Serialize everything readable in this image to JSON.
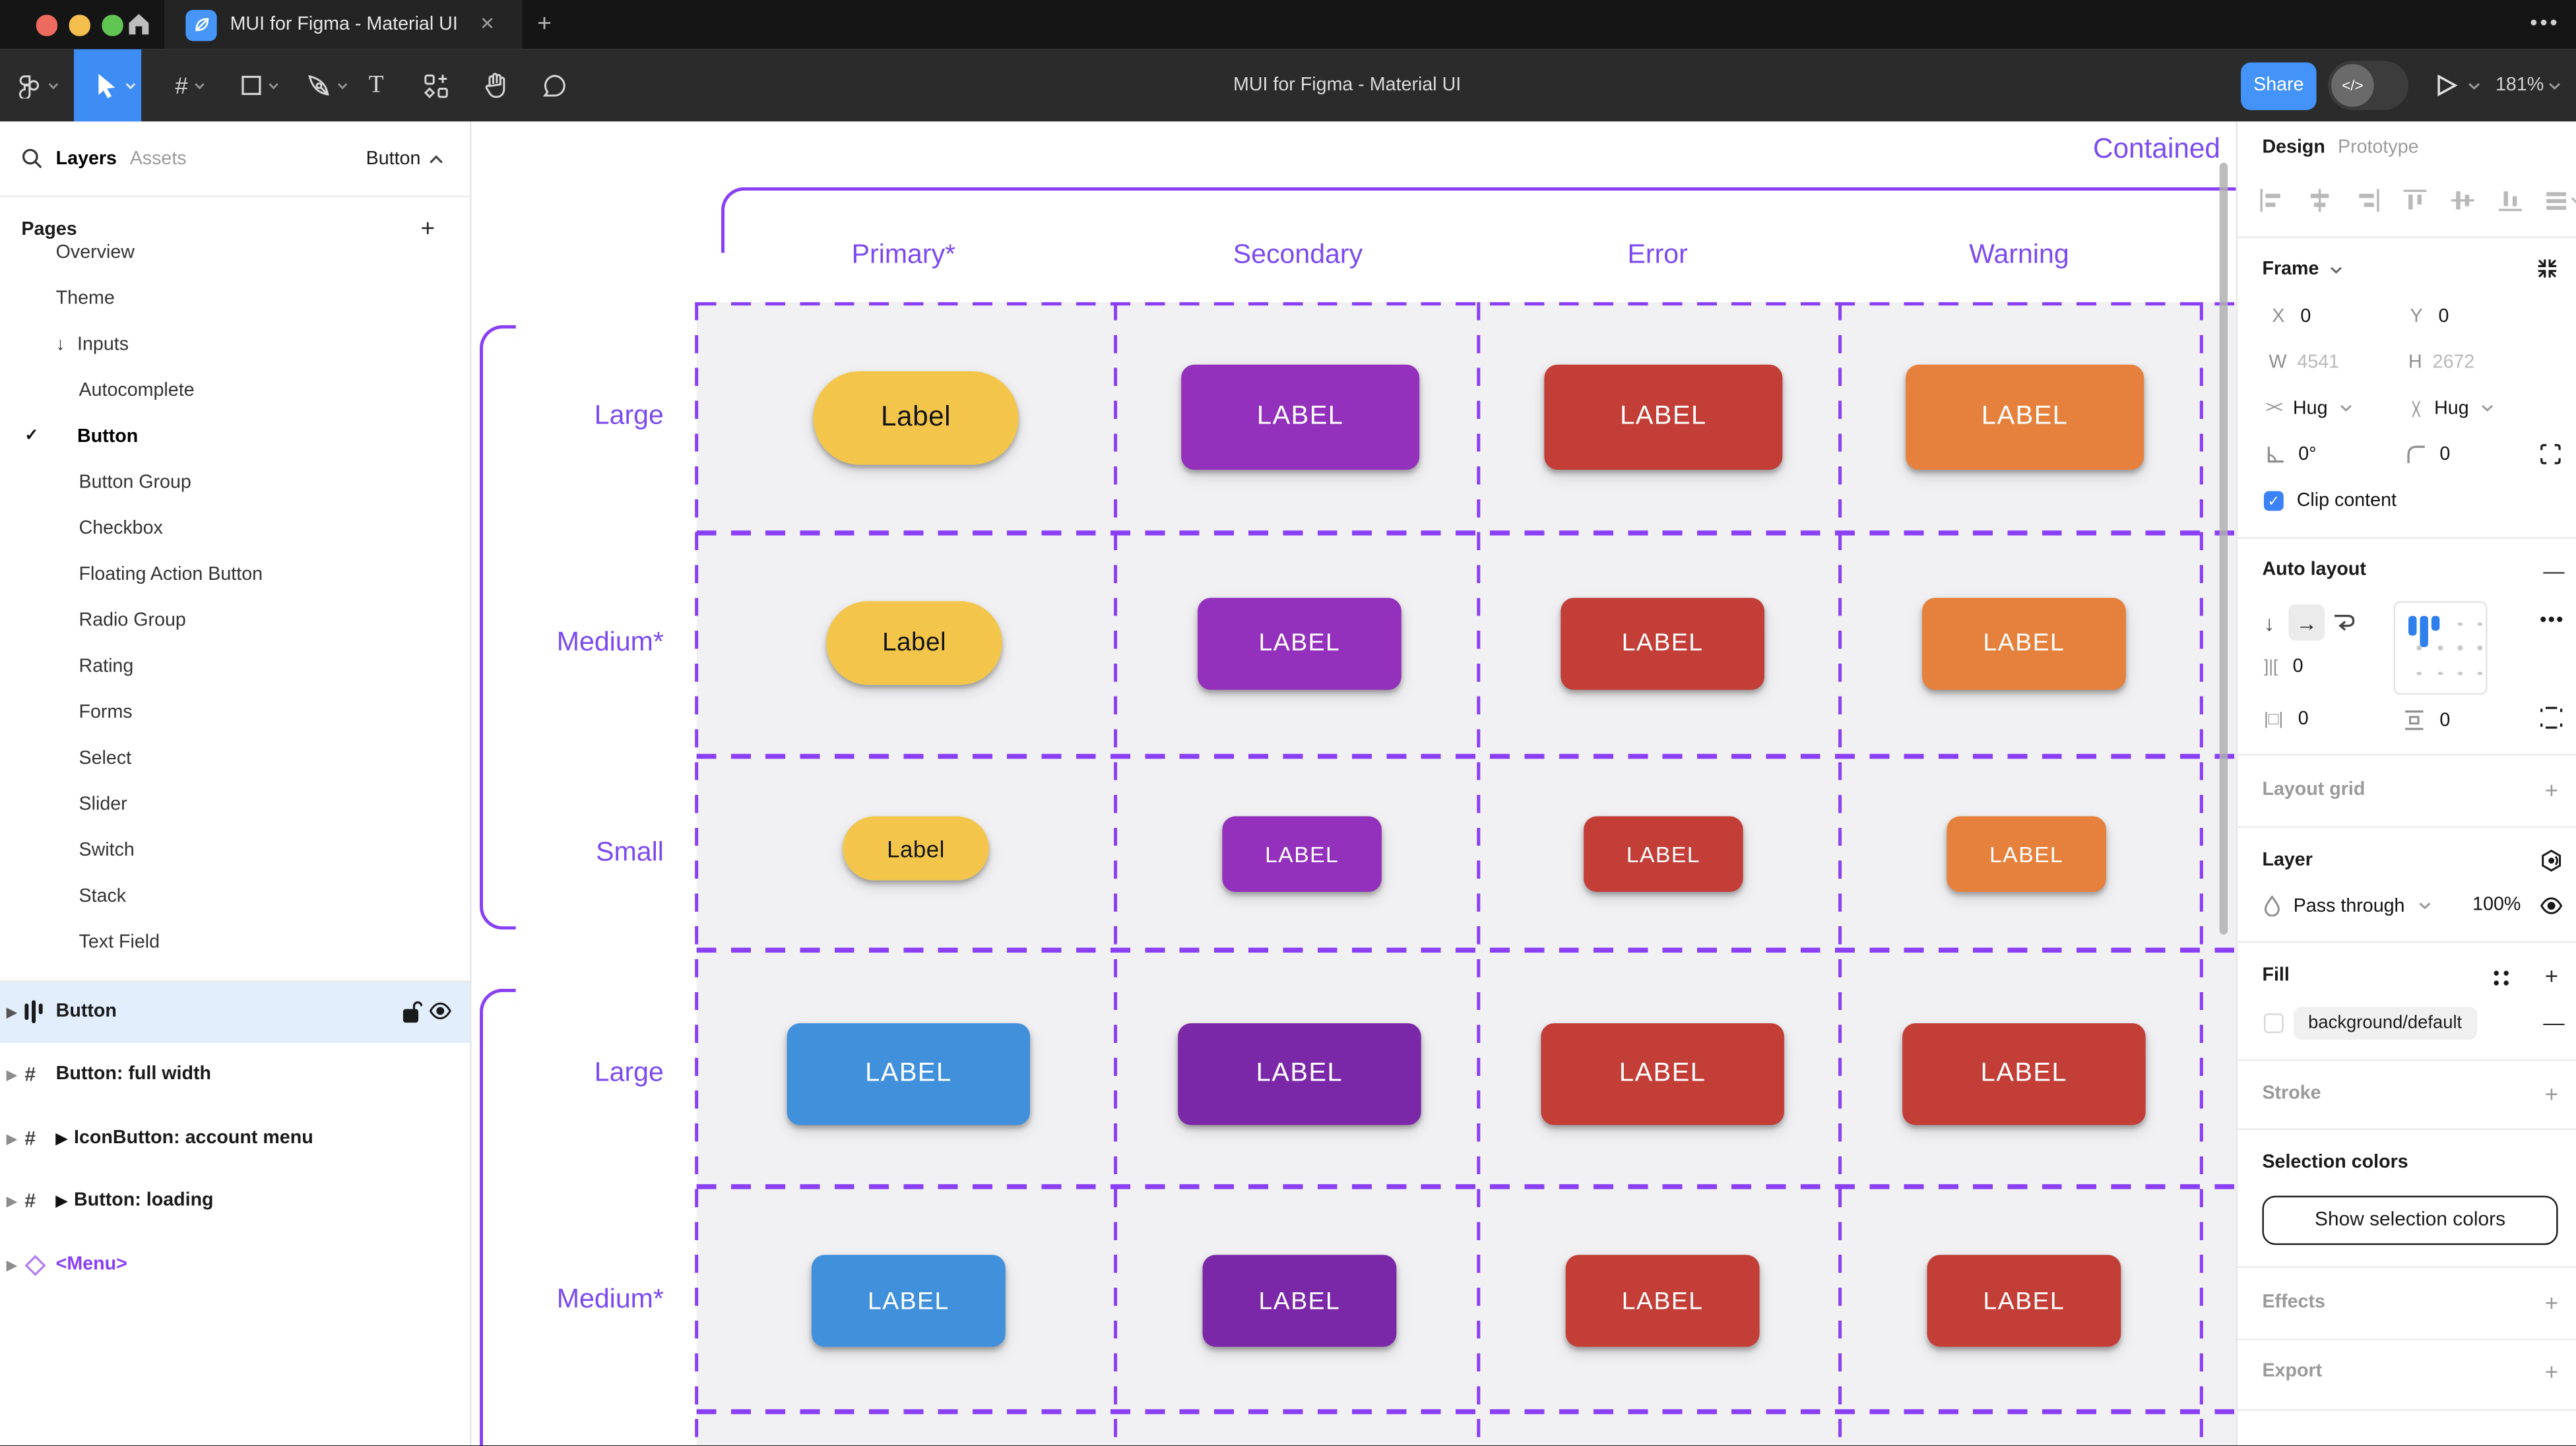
{
  "titlebar": {
    "tab_title": "MUI for Figma - Material UI",
    "close_label": "✕",
    "new_tab_label": "+",
    "more_label": "•••"
  },
  "toolbar": {
    "app_title": "MUI for Figma - Material UI",
    "share_label": "Share",
    "dev_toggle_label": "</>",
    "zoom_level": "181%"
  },
  "sidebar": {
    "tabs": {
      "layers": "Layers",
      "assets": "Assets"
    },
    "page_selector": "Button",
    "pages_header": "Pages",
    "pages": [
      {
        "label": "Overview"
      },
      {
        "label": "Theme"
      },
      {
        "label": "Inputs"
      },
      {
        "label": "Autocomplete"
      },
      {
        "label": "Button"
      },
      {
        "label": "Button Group"
      },
      {
        "label": "Checkbox"
      },
      {
        "label": "Floating Action Button"
      },
      {
        "label": "Radio Group"
      },
      {
        "label": "Rating"
      },
      {
        "label": "Forms"
      },
      {
        "label": "Select"
      },
      {
        "label": "Slider"
      },
      {
        "label": "Switch"
      },
      {
        "label": "Stack"
      },
      {
        "label": "Text Field"
      }
    ],
    "layers": [
      {
        "label": "Button"
      },
      {
        "label": "Button: full width"
      },
      {
        "label": "IconButton: account menu"
      },
      {
        "label": "Button: loading"
      },
      {
        "label": "<Menu>"
      }
    ]
  },
  "canvas": {
    "frame_label": "Contained",
    "columns": [
      "Primary*",
      "Secondary",
      "Error",
      "Warning"
    ],
    "rows": [
      "Large",
      "Medium*",
      "Small",
      "Large",
      "Medium*"
    ],
    "buttons": {
      "r1": [
        "Label",
        "LABEL",
        "LABEL",
        "LABEL"
      ],
      "r2": [
        "Label",
        "LABEL",
        "LABEL",
        "LABEL"
      ],
      "r3": [
        "Label",
        "LABEL",
        "LABEL",
        "LABEL"
      ],
      "r4": [
        "LABEL",
        "LABEL",
        "LABEL",
        "LABEL"
      ],
      "r5": [
        "LABEL",
        "LABEL",
        "LABEL",
        "LABEL"
      ]
    },
    "colors": {
      "yellow": "#f3c64b",
      "purple": "#9330bc",
      "red": "#c23e37",
      "orange": "#e5813c",
      "blue": "#4190dc",
      "deep_purple": "#7b28a8",
      "grid_purple": "#8a3ff5"
    }
  },
  "panel": {
    "tabs": {
      "design": "Design",
      "prototype": "Prototype"
    },
    "frame": {
      "title": "Frame",
      "x_label": "X",
      "x_value": "0",
      "y_label": "Y",
      "y_value": "0",
      "w_label": "W",
      "w_value": "4541",
      "h_label": "H",
      "h_value": "2672",
      "hug_h": "Hug",
      "hug_v": "Hug",
      "angle": "0°",
      "radius": "0",
      "clip": "Clip content"
    },
    "auto_layout": {
      "title": "Auto layout",
      "gap": "0",
      "padding_h": "0",
      "padding_v": "0"
    },
    "layout_grid": "Layout grid",
    "layer": {
      "title": "Layer",
      "blend": "Pass through",
      "opacity": "100%"
    },
    "fill": {
      "title": "Fill",
      "token": "background/default"
    },
    "stroke": "Stroke",
    "selection_colors": "Selection colors",
    "show_selection_colors": "Show selection colors",
    "effects": "Effects",
    "export": "Export",
    "accent_blue": "#3b82f6"
  }
}
